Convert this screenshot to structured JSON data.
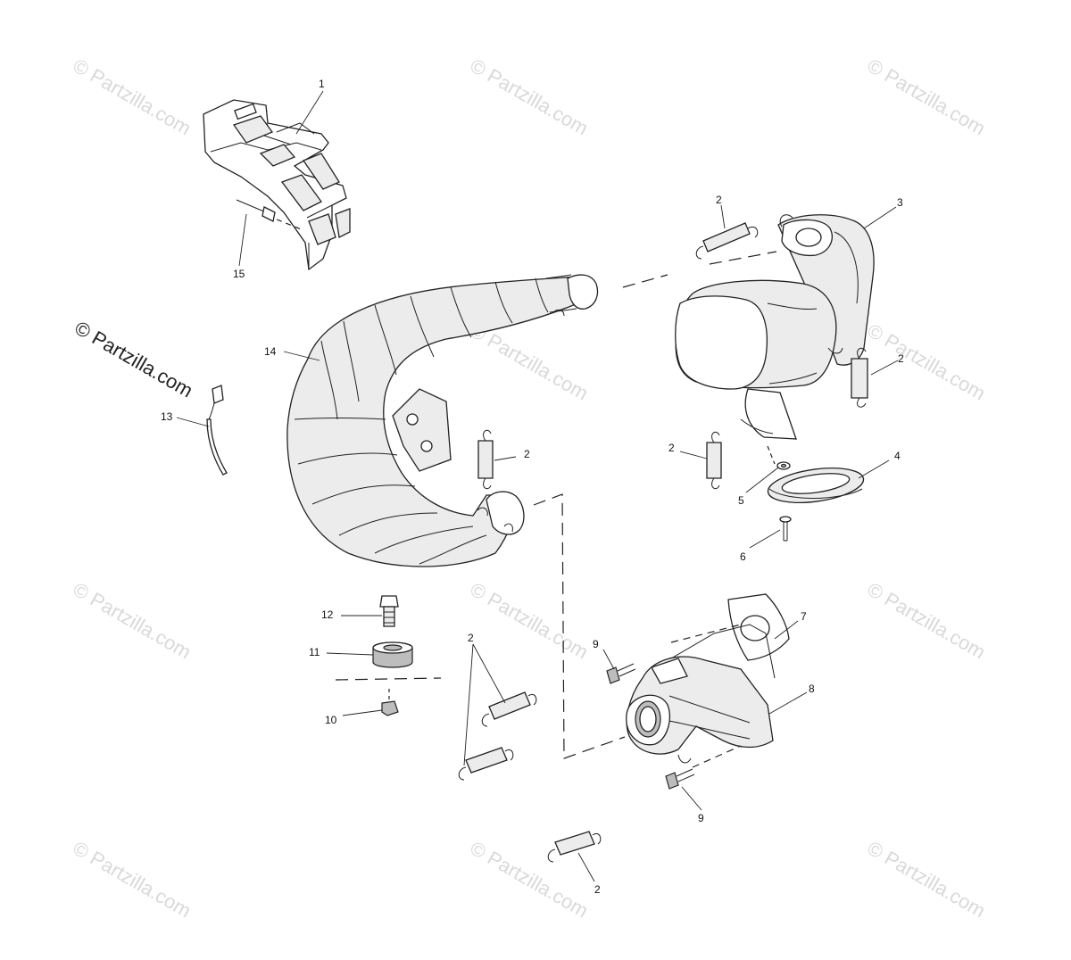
{
  "watermarks": {
    "text": "© Partzilla.com",
    "big_text": "© Partzilla.com"
  },
  "callouts": {
    "c1": "1",
    "c2a": "2",
    "c2b": "2",
    "c2c": "2",
    "c2d": "2",
    "c2e": "2",
    "c2f": "2",
    "c3": "3",
    "c4": "4",
    "c5": "5",
    "c6": "6",
    "c7": "7",
    "c8": "8",
    "c9a": "9",
    "c9b": "9",
    "c10": "10",
    "c11": "11",
    "c12": "12",
    "c13": "13",
    "c14": "14",
    "c15": "15"
  }
}
